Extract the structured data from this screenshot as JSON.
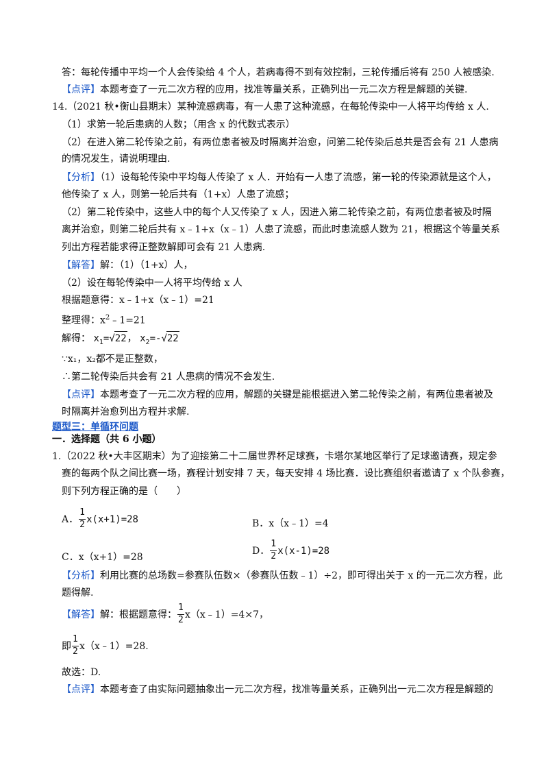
{
  "l1": "答：每轮传播中平均一个人会传染给 4 个人，若病毒得不到有效控制，三轮传播后将有 250 人被感染.",
  "c1_tag": "【点评】",
  "c1_text": "本题考查了一元二次方程的应用，找准等量关系，正确列出一元二次方程是解题的关键.",
  "q14": "14.（2021 秋•衡山县期末）某种流感病毒，有一人患了这种流感，在每轮传染中一人将平均传给 x 人.",
  "q14_1": "（1）求第一轮后患病的人数；（用含 x 的代数式表示）",
  "q14_2a": "（2）在进入第二轮传染之前，有两位患者被及时隔离并治愈，问第二轮传染后总共是否会有 21 人患病",
  "q14_2b": "的情况发生，请说明理由.",
  "a14_tag": "【分析】",
  "a14_1a": "（1）设每轮传染中平均每人传染了 x 人．开始有一人患了流感，第一轮的传染源就是这个人，",
  "a14_1b": "他传染了 x 人，则第一轮后共有（1+x）人患了流感；",
  "a14_2a": "（2）第二轮传染中，这些人中的每个人又传染了 x 人，因进入第二轮传染之前，有两位患者被及时隔",
  "a14_2b": "离并治愈，则第二轮后共有 x﹣1+x（x﹣1）人患了流感，而此时患流感人数为 21，根据这个等量关系",
  "a14_2c": "列出方程若能求得正整数解即可会有 21 人患病.",
  "s14_tag": "【解答】",
  "s14_1": "解：（1）（1+x）人，",
  "s14_2": "（2）设在每轮传染中一人将平均传给 x 人",
  "s14_3": "根据题意得：x﹣1+x（x﹣1）=21",
  "s14_4a": "整理得：x",
  "s14_4sup": "2",
  "s14_4b": "﹣1=21",
  "s14_5a": "解得：",
  "s14_5x1": "x",
  "s14_5x1sub": "1",
  "s14_5eq1": "=",
  "s14_5r1": "22",
  "s14_5comma": "，",
  "s14_5x2": "x",
  "s14_5x2sub": "2",
  "s14_5eq2": "=-",
  "s14_5r2": "22",
  "s14_6": "∵x₁，x₂都不是正整数，",
  "s14_7": "∴第二轮传染后共会有 21 人患病的情况不会发生.",
  "c14_tag": "【点评】",
  "c14a": "本题考查了一元二次方程的应用，解题的关键是能根据进入第二轮传染之前，有两位患者被及",
  "c14b": "时隔离并治愈列出方程并求解.",
  "section_title": "题型三：单循环问题",
  "part_title": "一．选择题（共 6 小题）",
  "q1a": "1.（2022 秋•大丰区期末）为了迎接第二十二届世界杯足球赛，卡塔尔某地区举行了足球邀请赛，规定参",
  "q1b": "赛的每两个队之间比赛一场，赛程计划安排 7 天，每天安排 4 场比赛．设比赛组织者邀请了 x 个队参赛，",
  "q1c": "则下列方程正确的是（　　）",
  "optA_label": "A．",
  "optA_expr": "x(x+1)=28",
  "optB": "B．x（x﹣1）=4",
  "optC": "C．x（x+1）=28",
  "optD_label": "D．",
  "optD_expr": "x(x-1)=28",
  "frac_num": "1",
  "frac_den": "2",
  "a1_tag": "【分析】",
  "a1a": "利用比赛的总场数=参赛队伍数×（参赛队伍数﹣1）÷2，即可得出关于 x 的一元二次方程，此",
  "a1b": "题得解.",
  "s1_tag": "【解答】",
  "s1_1a": "解：根据题意得：",
  "s1_1b": "x（x﹣1）=4×7，",
  "s1_2a": "即",
  "s1_2b": "x（x﹣1）=28.",
  "s1_3": "故选：D.",
  "c1b_tag": "【点评】",
  "c1b": "本题考查了由实际问题抽象出一元二次方程，找准等量关系，正确列出一元二次方程是解题的"
}
